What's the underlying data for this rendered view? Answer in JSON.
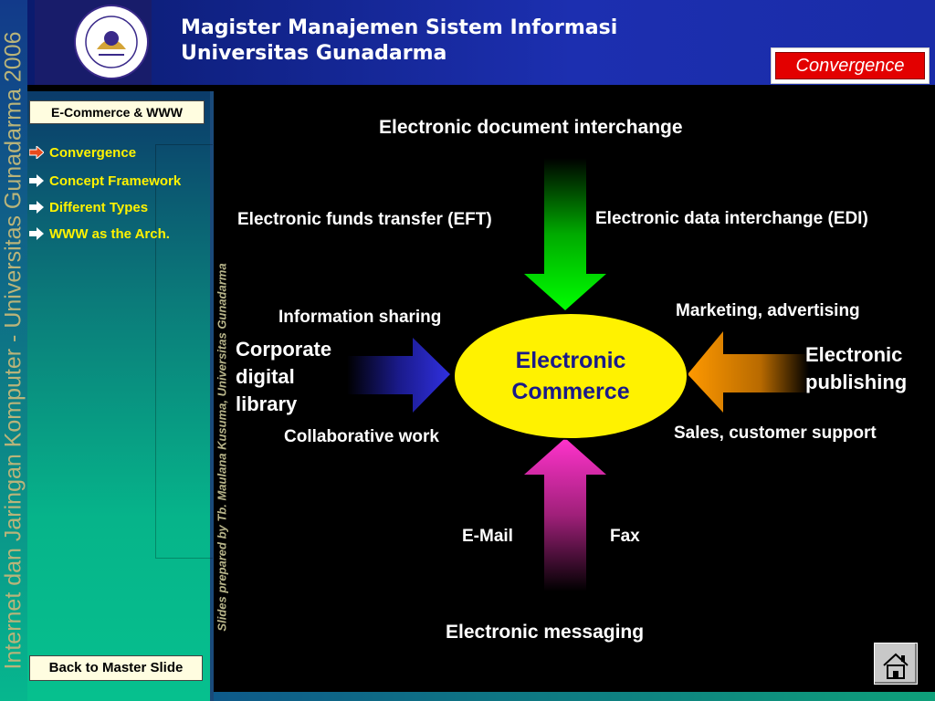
{
  "side_title": "Internet dan Jaringan Komputer - Universitas Gunadarma 2006",
  "header": {
    "line1": "Magister Manajemen Sistem Informasi",
    "line2": "Universitas Gunadarma",
    "badge": "Convergence"
  },
  "sidebar": {
    "heading": "E-Commerce & WWW",
    "items": [
      {
        "label": "Convergence",
        "arrow_color": "#e84a1c"
      },
      {
        "label": "Concept Framework",
        "arrow_color": "#ffffff"
      },
      {
        "label": "Different Types",
        "arrow_color": "#ffffff"
      },
      {
        "label": "WWW as the Arch.",
        "arrow_color": "#ffffff"
      }
    ],
    "back_button": "Back to Master Slide"
  },
  "credit": "Slides prepared by Tb. Maulana Kusuma, Universitas Gunadarma",
  "diagram": {
    "center": {
      "line1": "Electronic",
      "line2": "Commerce",
      "color": "#fff200"
    },
    "top": "Electronic document interchange",
    "top_left": "Electronic funds transfer (EFT)",
    "top_right": "Electronic data interchange (EDI)",
    "left_top": "Information sharing",
    "left_main": {
      "line1": "Corporate",
      "line2": "digital",
      "line3": "library"
    },
    "left_bottom": "Collaborative work",
    "right_top": "Marketing, advertising",
    "right_main": {
      "line1": "Electronic",
      "line2": "publishing"
    },
    "right_bottom": "Sales, customer support",
    "bottom_left": "E-Mail",
    "bottom_right": "Fax",
    "bottom": "Electronic messaging",
    "arrow_colors": {
      "top": "#00ff00",
      "left": "#3030d0",
      "right": "#ff9900",
      "bottom": "#ff33cc"
    }
  },
  "icons": {
    "home": "home-icon",
    "logo": "university-seal"
  }
}
